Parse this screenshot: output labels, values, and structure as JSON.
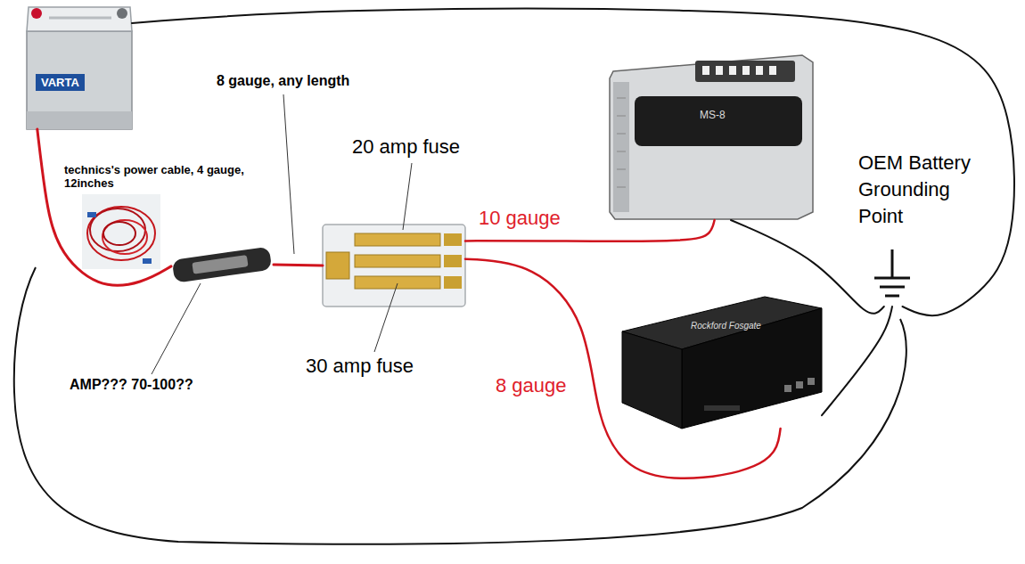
{
  "diagram": {
    "nodes": [
      {
        "text": [
          "VARTA"
        ]
      },
      {
        "text": [
          "AMP??? 70-100??"
        ]
      },
      {
        "text": [
          "20 amp fuse",
          "30 amp fuse"
        ]
      },
      {
        "text": [
          "MS-8"
        ]
      },
      {
        "text": [
          "Rockford Fosgate"
        ]
      },
      {
        "text": [
          "OEM Battery Grounding Point"
        ]
      }
    ],
    "edges": [
      {
        "from": 0,
        "to": 1,
        "arrow": "none",
        "label": "technics's power cable, 4 gauge, 12inches"
      },
      {
        "from": 1,
        "to": 2,
        "arrow": "none",
        "label": "8 gauge, any length"
      },
      {
        "from": 2,
        "to": 3,
        "arrow": "none",
        "label": "10 gauge"
      },
      {
        "from": 2,
        "to": 4,
        "arrow": "none",
        "label": "8 gauge"
      },
      {
        "from": 3,
        "to": 5,
        "arrow": "none"
      },
      {
        "from": 4,
        "to": 5,
        "arrow": "none"
      },
      {
        "from": 0,
        "to": 5,
        "arrow": "none"
      }
    ]
  }
}
